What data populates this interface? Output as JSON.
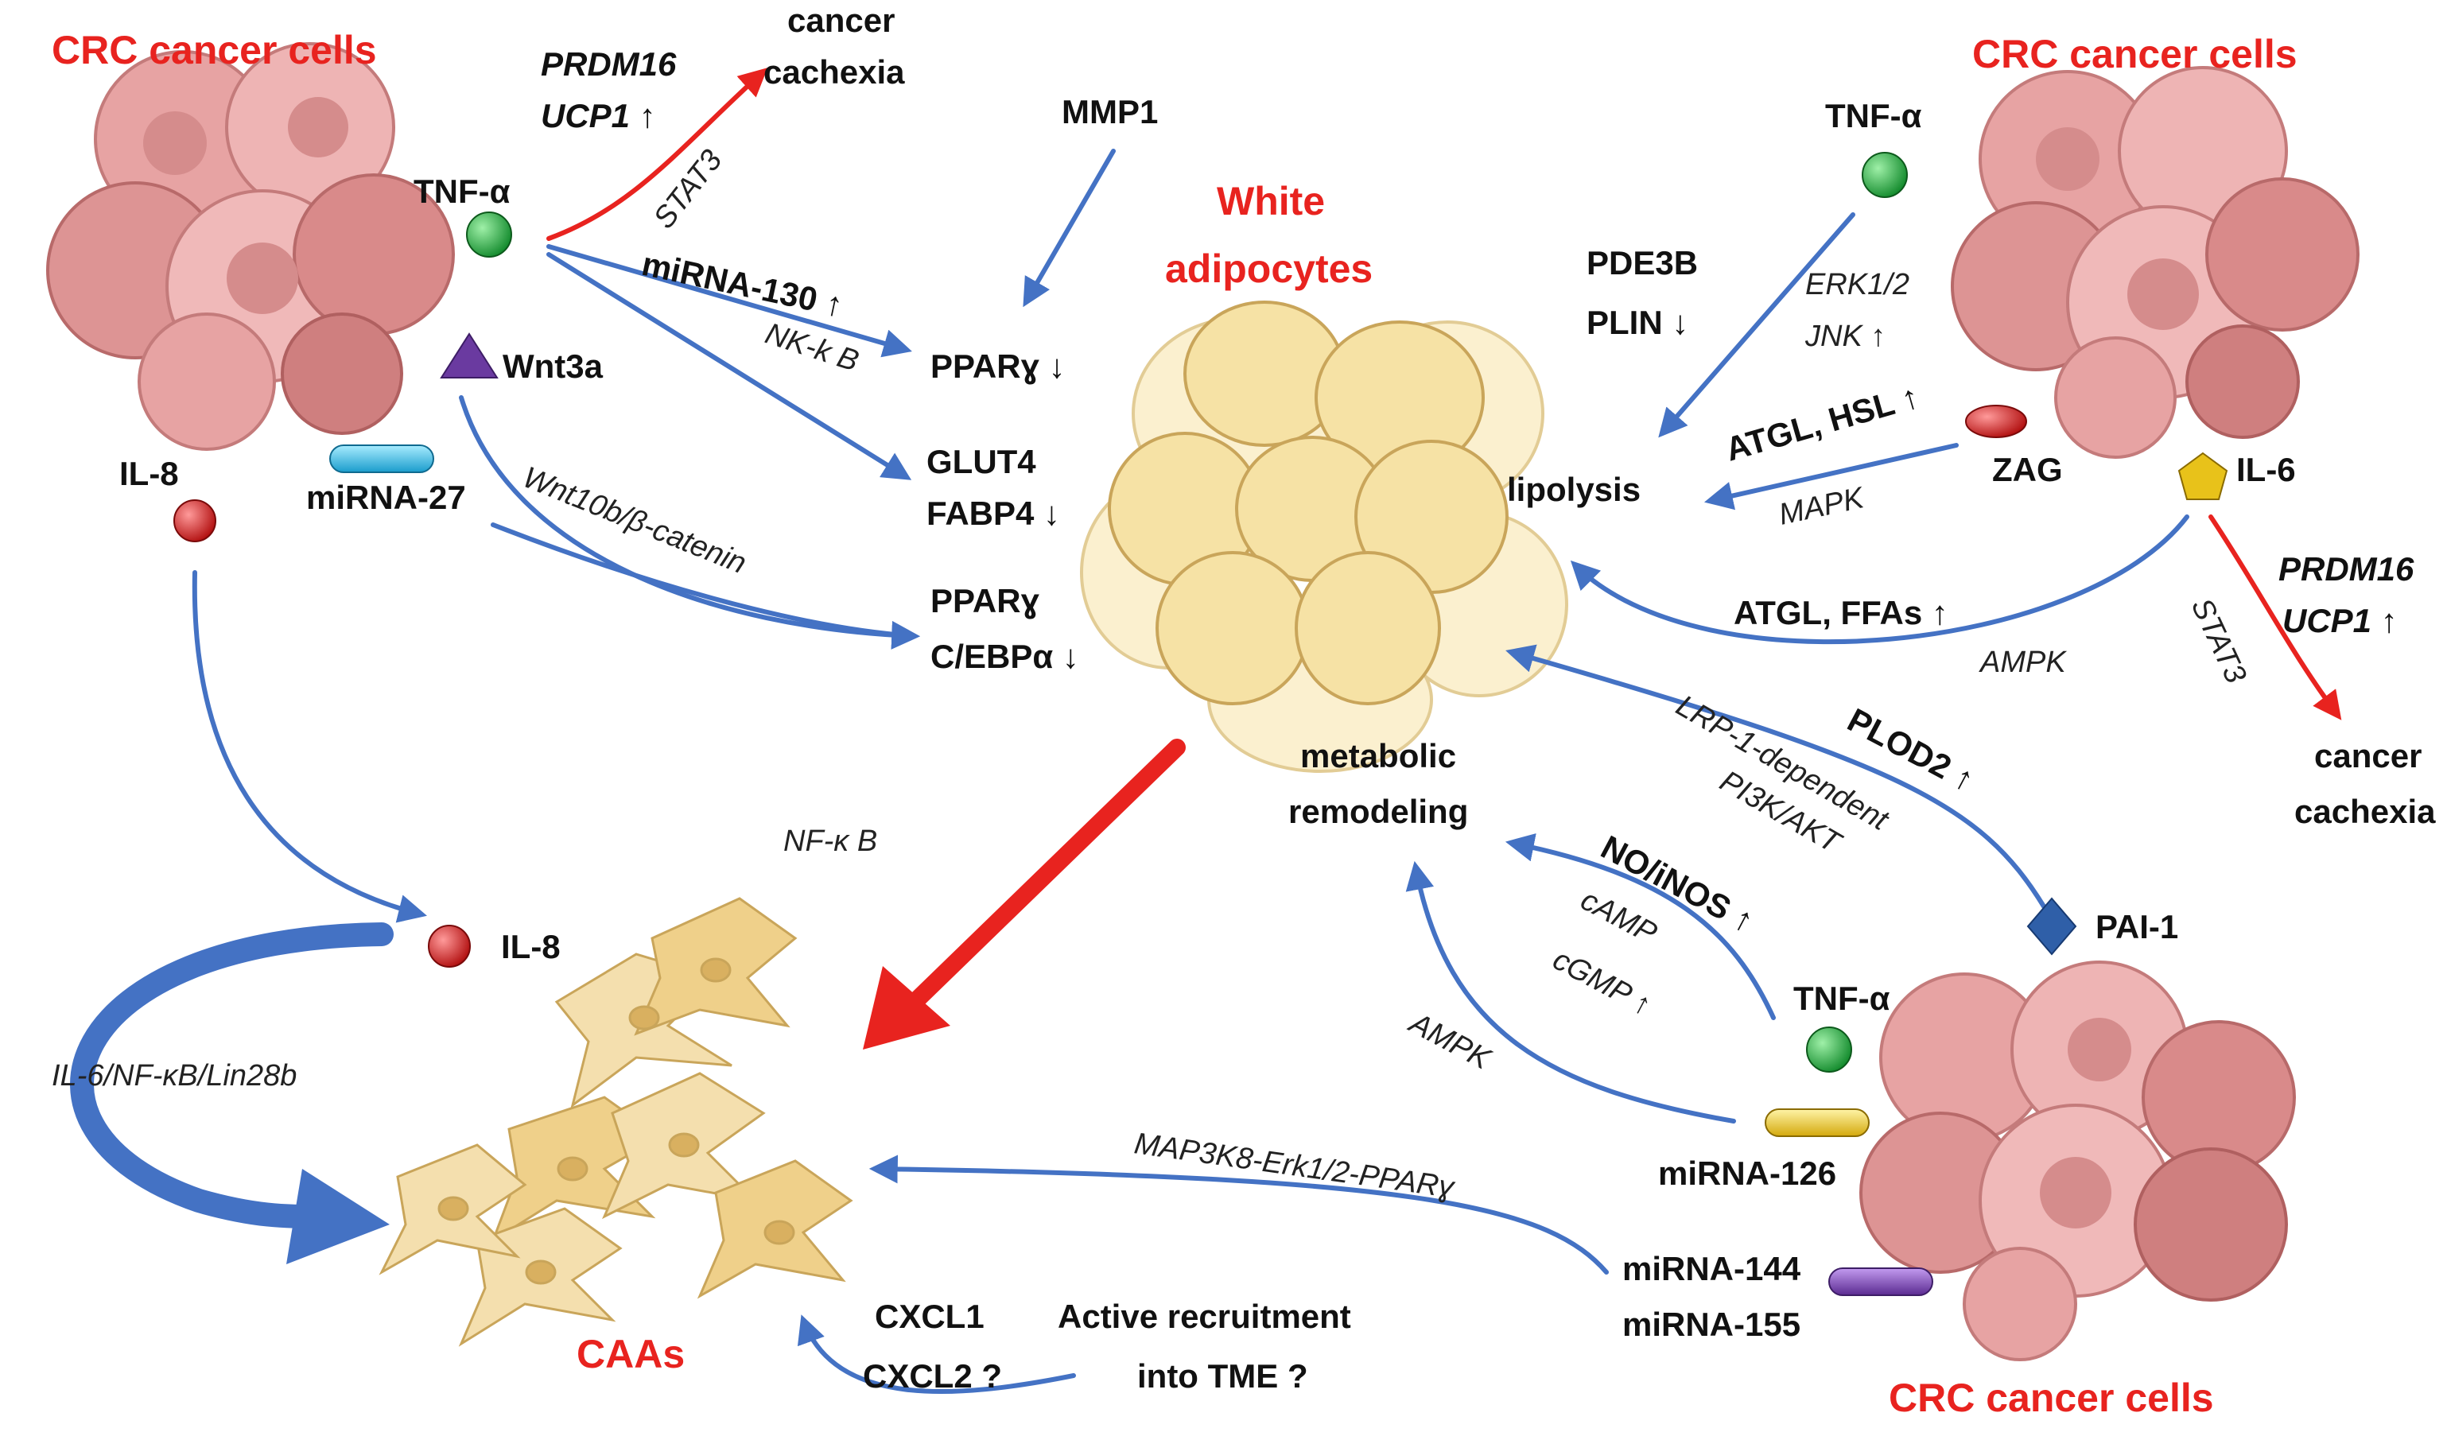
{
  "colors": {
    "title_red": "#e8231f",
    "arrow_blue": "#4472c4",
    "arrow_red": "#e8231f",
    "cell_pink": "#e7a3a3",
    "adipocyte_yellow": "#f6e2a5",
    "caa_tan": "#efd08a",
    "tnf_green": "#1f9a3a",
    "il8_red": "#d41c1c",
    "wnt_purple": "#6a3aa0",
    "mirna27_cyan": "#27b6e6",
    "zag_red": "#d41c1c",
    "il6_yellow": "#e8c21a",
    "pai1_blue": "#2f5fa8",
    "mirna126_yellow": "#e8c21a",
    "mirna144_purple": "#6a3aa0"
  },
  "titles": {
    "crc_top_left": "CRC cancer cells",
    "crc_top_right": "CRC cancer cells",
    "crc_bottom_right": "CRC cancer cells",
    "white_adipocytes_1": "White",
    "white_adipocytes_2": "adipocytes",
    "caas": "CAAs"
  },
  "labels": {
    "cancer_cachexia_tl_1": "cancer",
    "cancer_cachexia_tl_2": "cachexia",
    "prdm16_tl": "PRDM16",
    "ucp1_tl": "UCP1 ↑",
    "stat3_tl": "STAT3",
    "tnf_tl": "TNF-α",
    "mirna130": "miRNA-130 ↑",
    "nfkb_tl": "NK-k B",
    "mmp1": "MMP1",
    "ppar_1": "PPARɣ ↓",
    "glut4": "GLUT4",
    "fabp4": "FABP4 ↓",
    "wnt3a": "Wnt3a",
    "il8_tl": "IL-8",
    "mirna27": "miRNA-27",
    "wnt10b": "Wnt10b/β-catenin",
    "ppar_2": "PPARɣ",
    "cebpa": "C/EBPα ↓",
    "tnf_tr": "TNF-α",
    "pde3b": "PDE3B",
    "plin": "PLIN ↓",
    "erk12": "ERK1/2",
    "jnk": "JNK ↑",
    "atgl_hsl": "ATGL, HSL ↑",
    "zag": "ZAG",
    "lipolysis": "lipolysis",
    "mapk": "MAPK",
    "il6": "IL-6",
    "prdm16_tr": "PRDM16",
    "ucp1_tr": "UCP1 ↑",
    "stat3_tr": "STAT3",
    "atgl_ffas": "ATGL, FFAs ↑",
    "ampk_tr": "AMPK",
    "cancer_cachexia_tr_1": "cancer",
    "cancer_cachexia_tr_2": "cachexia",
    "plod2": "PLOD2 ↑",
    "lrp1": "LRP-1-dependent",
    "pi3k": "PI3K/AKT",
    "metabolic_1": "metabolic",
    "metabolic_2": "remodeling",
    "no_inos": "NO/iNOS ↑",
    "camp": "cAMP",
    "cgmp": "cGMP ↑",
    "pai1": "PAI-1",
    "tnf_br": "TNF-α",
    "ampk_br": "AMPK",
    "nfkb_center": "NF-κ B",
    "il8_mid": "IL-8",
    "il6_nfkb_lin28b": "IL-6/NF-κB/Lin28b",
    "map3k8": "MAP3K8-Erk1/2-PPARɣ",
    "mirna126": "miRNA-126",
    "mirna144": "miRNA-144",
    "mirna155": "miRNA-155",
    "cxcl1": "CXCL1",
    "cxcl2": "CXCL2 ?",
    "active_recruit_1": "Active recruitment",
    "active_recruit_2": "into TME ?"
  }
}
